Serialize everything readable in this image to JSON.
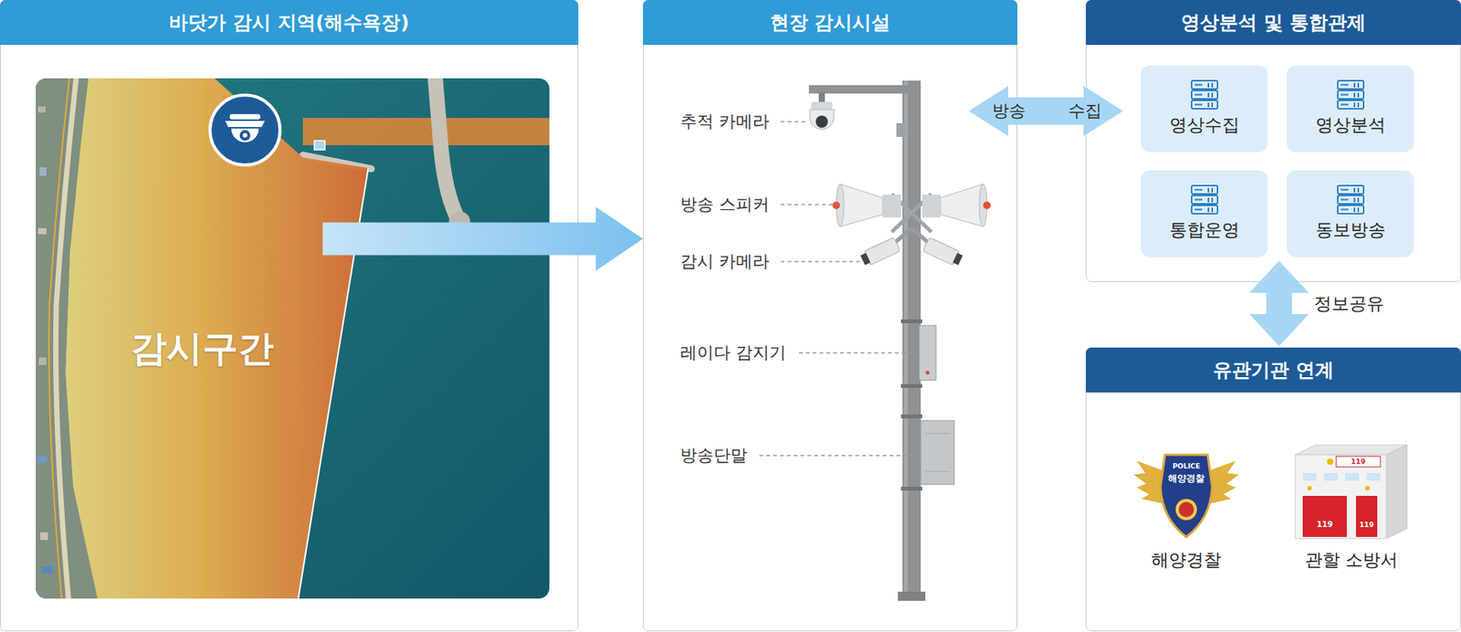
{
  "diagram": {
    "nodes": [
      {
        "text": [
          "바닷가 감시 지역(해수욕장)"
        ]
      },
      {
        "text": [
          "감시구간"
        ],
        "in": 0
      },
      {
        "text": [
          "현장 감시시설"
        ]
      },
      {
        "text": [
          "영상분석 및 통합관제"
        ]
      },
      {
        "text": [
          "영상수집"
        ],
        "in": 3
      },
      {
        "text": [
          "영상분석"
        ],
        "in": 3
      },
      {
        "text": [
          "통합운영"
        ],
        "in": 3
      },
      {
        "text": [
          "동보방송"
        ],
        "in": 3
      },
      {
        "text": [
          "유관기관 연계"
        ]
      },
      {
        "text": [
          "해양경찰"
        ],
        "in": 8
      },
      {
        "text": [
          "관할 소방서"
        ],
        "in": 8
      }
    ],
    "edges": [
      {
        "from": 1,
        "to": 2,
        "arrow": "to"
      },
      {
        "from": 2,
        "to": 3,
        "arrow": "both"
      },
      {
        "from": 3,
        "to": 8,
        "arrow": "both",
        "label": "정보공유"
      }
    ],
    "labels": [
      "추적 카메라",
      "방송 스피커",
      "감시 카메라",
      "레이다 감지기",
      "방송단말",
      "방송",
      "수집",
      "POLICE",
      "해양경찰",
      "119",
      "119",
      "119"
    ]
  }
}
